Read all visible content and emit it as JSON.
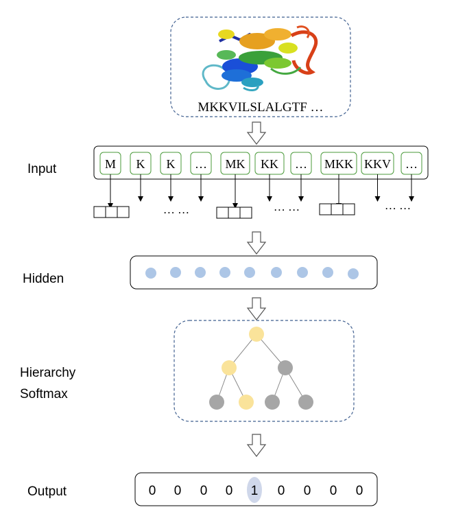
{
  "protein_sequence": "MKKVILSLALGTF …",
  "protein_structure_icon": "protein-ribbon-structure",
  "input": {
    "label": "Input",
    "tokens": [
      "M",
      "K",
      "K",
      "…",
      "MK",
      "KK",
      "…",
      "MKK",
      "KKV",
      "…"
    ],
    "ellipses": [
      "… …",
      "… …",
      "… …"
    ]
  },
  "hidden": {
    "label": "Hidden",
    "node_count": 9
  },
  "hierarchy": {
    "label_line1": "Hierarchy",
    "label_line2": "Softmax",
    "highlight_color": "#fae39a",
    "node_color": "#a6a6a6"
  },
  "output": {
    "label": "Output",
    "values": [
      "0",
      "0",
      "0",
      "0",
      "1",
      "0",
      "0",
      "0",
      "0"
    ],
    "active_index": 4
  },
  "colors": {
    "dashed_border": "#3f5f8f",
    "token_border": "#4a9a3a",
    "hidden_node": "#adc6e6",
    "output_highlight": "#cfd7ea"
  }
}
